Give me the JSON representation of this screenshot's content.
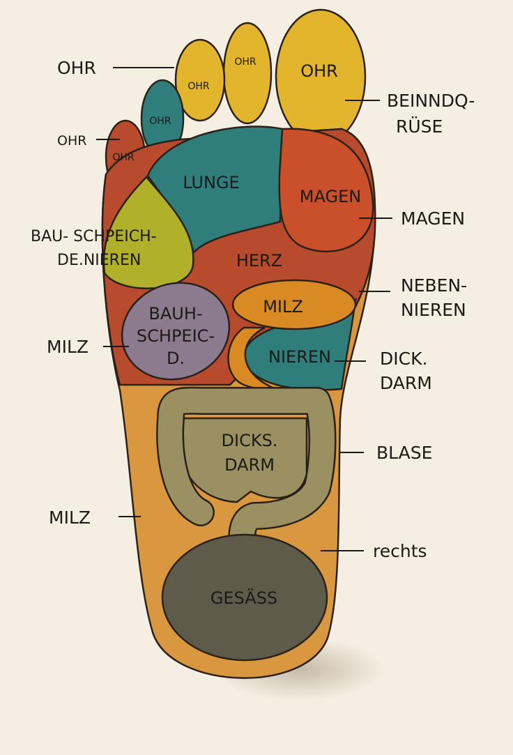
{
  "colors": {
    "background": "#f4efe2",
    "sole": "#d9973f",
    "toe_yellow": "#e2b52c",
    "teal": "#2f7e7c",
    "red": "#b84a2e",
    "magen": "#c9502a",
    "yellow_green": "#b0b02a",
    "milz_orange": "#d98a22",
    "purple": "#8c7b8e",
    "intestine": "#9b9062",
    "gesaess": "#5e5b4a"
  },
  "toe_labels": [
    "OHR",
    "OHR",
    "OHR",
    "OHR",
    "OHR"
  ],
  "zone_labels": {
    "lunge": "LUNGE",
    "magen": "MAGEN",
    "herz": "HERZ",
    "milz": "MILZ",
    "bauchspeichel": [
      "BAUH-",
      "SCHPEIC-",
      "D."
    ],
    "nieren": "NIEREN",
    "dickdarm": [
      "DICKS.",
      "DARM"
    ],
    "gesaess": "GESÄSS"
  },
  "callouts": {
    "left": {
      "ohr_top": "OHR",
      "ohr_small": "OHR",
      "bauchspeichel": [
        "BAU- SCHPEICH-",
        "DE.NIEREN"
      ],
      "milz_mid": "MILZ",
      "milz_low": "MILZ"
    },
    "right": {
      "beinndruese": [
        "BEINNDQ-",
        "RÜSE"
      ],
      "magen": "MAGEN",
      "nebennieren": [
        "NEBEN-",
        "NIEREN"
      ],
      "dickdarm": [
        "DICK.",
        "DARM"
      ],
      "blase": "BLASE",
      "rechts": "rechts"
    }
  }
}
